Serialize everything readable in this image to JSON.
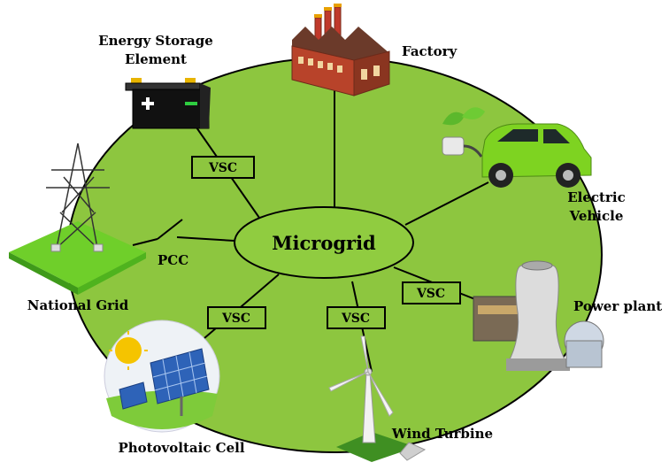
{
  "colors": {
    "field": "#8dc63f",
    "hub": "#90cc40",
    "outline": "#000000",
    "factory_brick": "#b8432a",
    "car_body": "#7ed321",
    "battery": "#111111",
    "battery_terminal": "#e8b400",
    "solar_panel": "#2e63b8",
    "sun": "#f5c400"
  },
  "diagram": {
    "center": "Microgrid",
    "converter_label": "VSC",
    "pcc_label": "PCC",
    "nodes": {
      "storage": {
        "line1": "Energy Storage",
        "line2": "Element",
        "icon": "battery-icon"
      },
      "factory": {
        "label": "Factory",
        "icon": "factory-icon"
      },
      "ev": {
        "line1": "Electric",
        "line2": "Vehicle",
        "icon": "car-icon"
      },
      "grid": {
        "label": "National Grid",
        "icon": "transmission-tower-icon"
      },
      "plant": {
        "label": "Power plant",
        "icon": "power-plant-icon"
      },
      "pv": {
        "label": "Photovoltaic Cell",
        "icon": "solar-panel-icon"
      },
      "wind": {
        "label": "Wind Turbine",
        "icon": "wind-turbine-icon"
      }
    }
  }
}
